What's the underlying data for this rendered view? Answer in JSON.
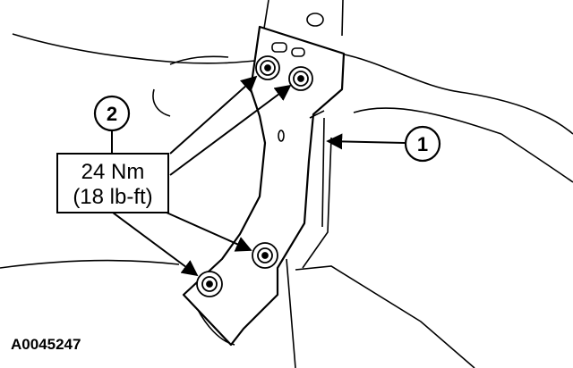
{
  "callouts": {
    "bubble_1": "1",
    "bubble_2": "2",
    "torque_metric": "24 Nm",
    "torque_imperial": "(18 lb-ft)"
  },
  "figure_id": "A0045247",
  "colors": {
    "ink": "#000000",
    "paper": "#ffffff"
  }
}
